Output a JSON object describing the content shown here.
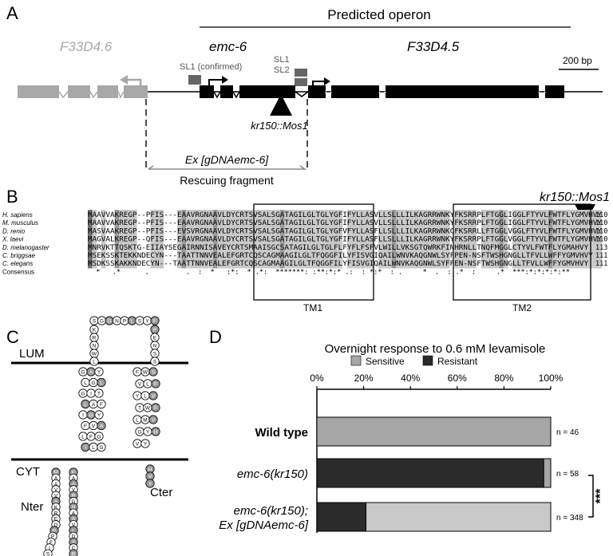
{
  "panelA": {
    "letter": "A",
    "operon_label": "Predicted operon",
    "gene_f33d46": "F33D4.6",
    "gene_emc6": "emc-6",
    "gene_f33d45": "F33D4.5",
    "sl1_confirmed": "SL1 (confirmed)",
    "sl1": "SL1",
    "sl2": "SL2",
    "scale_bar": "200 bp",
    "allele": "kr150::Mos1",
    "ex_label": "Ex [gDNAemc-6]",
    "rescue_label": "Rescuing fragment"
  },
  "panelB": {
    "letter": "B",
    "allele": "kr150::Mos1",
    "species": [
      {
        "name": "H. sapiens",
        "seq": "MAAVVAKREGP--PFIS---EAAVRGNAAVLDYCRTSVSALSGATAGILGLTGLYGFIFYLLASVLLSLLLILKAGRRWNKYFKSRRPLFTGGLIGGLFTYVLFWTFLYGMVHVY",
        "len": "110"
      },
      {
        "name": "M. musculus",
        "seq": "MAAVVAKREGP--PFIS---EAAVRGNAAVLDYCRTSVSALSGATAGILGLTGLYGFIFYLLASVLLSLLLILKAGRRWNKYFKSRRPLFTGGLIGGLFTYVLFWTFLYGMVHVY",
        "len": "110"
      },
      {
        "name": "D. renio",
        "seq": "MASVAAKREGP--PFIS---EVSVRGNAAVLDYCRTSVSALSGATAGILGLTGLYGFVFYLLASFLLSLLLILKAGRRWNKCFKSRRLLFTGGLVGGLFTYVLFWTFLYGMVHVY",
        "len": "110"
      },
      {
        "name": "X. laevi",
        "seq": "MAGVALKREGP--QFIS---EAAVRGNAAVLDYCRTSVSALSGATAGILGLTGLYGFIFYLLASFLLSLLLILKAGRRWNKYFKSRRPLFTGGLVGGLFTYVLFWTFLYGMVHVY",
        "len": "110"
      },
      {
        "name": "D. melanogaster",
        "seq": "MNRVKTTQSKTG-EIIAYSEGAIRNNISAVEYCRTSMAAISGCSATAGILGLTGLFLFYFLFSFVLWILLVKSGTQWRKFINHRNLLTNQFMGGLCTYVLFWTFLYGMAHVY",
        "len": "113"
      },
      {
        "name": "C. briggsae",
        "seq": "MSEKSSKTEKKNDECYN---TAATTNNVEALEFGRTCQSCAGMAAGILGLTFQGGFILYFISVGIQAILWNVKAQGNWLSYFPEN-NSFTWSHGNGLLTFVLLWFFYGMVHVY",
        "len": "111"
      },
      {
        "name": "C. elegans",
        "seq": "MSDKSSKAKKNDECYN---TAATTNNVEALEFGRTCQSCAGMAAGILGLTFQGGFILYFISVGIQAILWNVKAQGNWLSYFPEN-NSFTWSHGNGLLTFVLLWFFYGMVHVY",
        "len": "111"
      }
    ],
    "consensus_label": "Consensus",
    "consensus": "  *   .*      .         .  :  *   :*:  * .*:  *******: :**:*:* .:  : *:*  : .     *  .  : .*  :     .*  ***:*:*:*:*:**",
    "tm1": "TM1",
    "tm2": "TM2"
  },
  "panelC": {
    "letter": "C",
    "lum": "LUM",
    "cyt": "CYT",
    "nter": "Nter",
    "cter": "Cter",
    "loop_top": [
      "S",
      "G",
      "G",
      "N",
      "P",
      "L",
      "S",
      "Y",
      "F"
    ],
    "loop_left": [
      "K",
      "R",
      "N",
      "W",
      "L"
    ],
    "loop_right": [
      "P",
      "E",
      "N",
      "S",
      "S"
    ],
    "tm1_residues": [
      "G",
      "A",
      "Y",
      "L",
      "G",
      "L",
      "G",
      "I",
      "T",
      "L",
      "A",
      "F",
      "I",
      "G",
      "Y",
      "F",
      "V",
      "A",
      "L",
      "F",
      "G",
      "I",
      "L",
      "G"
    ],
    "tm2_residues": [
      "F",
      "W",
      "S",
      "V",
      "L",
      "F",
      "Y",
      "L",
      "V",
      "T",
      "W",
      "F",
      "L",
      "M",
      "V",
      "G",
      "Y",
      "H",
      "V",
      "Y"
    ],
    "nter_col1": [
      "M",
      "A",
      "A",
      "V",
      "V",
      "A",
      "K",
      "R",
      "E",
      "G",
      "P",
      "P",
      "F",
      "I",
      "S"
    ],
    "nter_col2": [
      "E",
      "A",
      "A",
      "V",
      "R",
      "G",
      "N",
      "A",
      "A",
      "V",
      "L",
      "D",
      "Y",
      "C",
      "R"
    ],
    "cter_tail": [
      "H",
      "V",
      "Y"
    ]
  },
  "panelD": {
    "letter": "D",
    "title": "Overnight response to 0.6 mM levamisole",
    "legend": [
      {
        "label": "Sensitive",
        "color": "#a6a6a6"
      },
      {
        "label": "Resistant",
        "color": "#2b2b2b"
      }
    ],
    "significance": "***"
  },
  "chart_data": {
    "type": "bar",
    "orientation": "horizontal-stacked",
    "title": "Overnight response to 0.6 mM levamisole",
    "x_ticks": [
      "0%",
      "20%",
      "40%",
      "60%",
      "80%",
      "100%"
    ],
    "xlim": [
      0,
      100
    ],
    "categories": [
      "Wild type",
      "emc-6(kr150)",
      "emc-6(kr150); Ex [gDNAemc-6]"
    ],
    "category_lines": [
      [
        "Wild type"
      ],
      [
        "emc-6(kr150)"
      ],
      [
        "emc-6(kr150);",
        "Ex [gDNAemc-6]"
      ]
    ],
    "n_labels": [
      "n = 46",
      "n = 58",
      "n = 348"
    ],
    "series": [
      {
        "name": "Resistant",
        "values": [
          0,
          97,
          21
        ],
        "color": "#2b2b2b"
      },
      {
        "name": "Sensitive",
        "values": [
          100,
          3,
          79
        ],
        "color": "#a6a6a6"
      }
    ],
    "third_bar_sensitive_color": "#c9c9c9",
    "legend_position": "top"
  }
}
